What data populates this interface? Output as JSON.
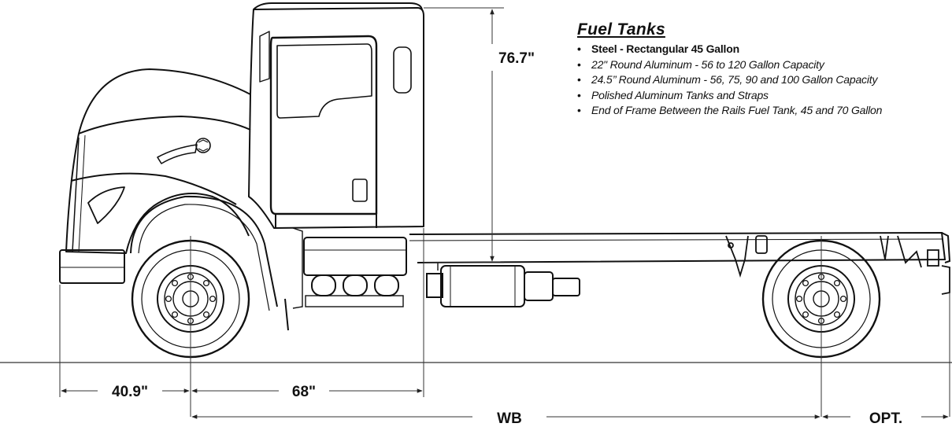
{
  "fuel_tanks": {
    "title": "Fuel Tanks",
    "items": [
      {
        "text": "Steel - Rectangular 45 Gallon",
        "bold": true
      },
      {
        "text": "22\" Round Aluminum - 56 to 120 Gallon Capacity",
        "bold": false
      },
      {
        "text": "24.5’’ Round Aluminum - 56, 75, 90 and 100 Gallon Capacity",
        "bold": false
      },
      {
        "text": "Polished Aluminum Tanks and Straps",
        "bold": false
      },
      {
        "text": "End of Frame Between the Rails Fuel Tank,  45 and 70 Gallon",
        "bold": false
      }
    ]
  },
  "dimensions": {
    "cab_height": "76.7\"",
    "bumper_to_front_axle": "40.9\"",
    "front_axle_to_back_of_cab": "68\"",
    "wheelbase": "WB",
    "overhang": "OPT."
  },
  "icons": {
    "bullet": "•",
    "logo": "kenworth-emblem"
  }
}
